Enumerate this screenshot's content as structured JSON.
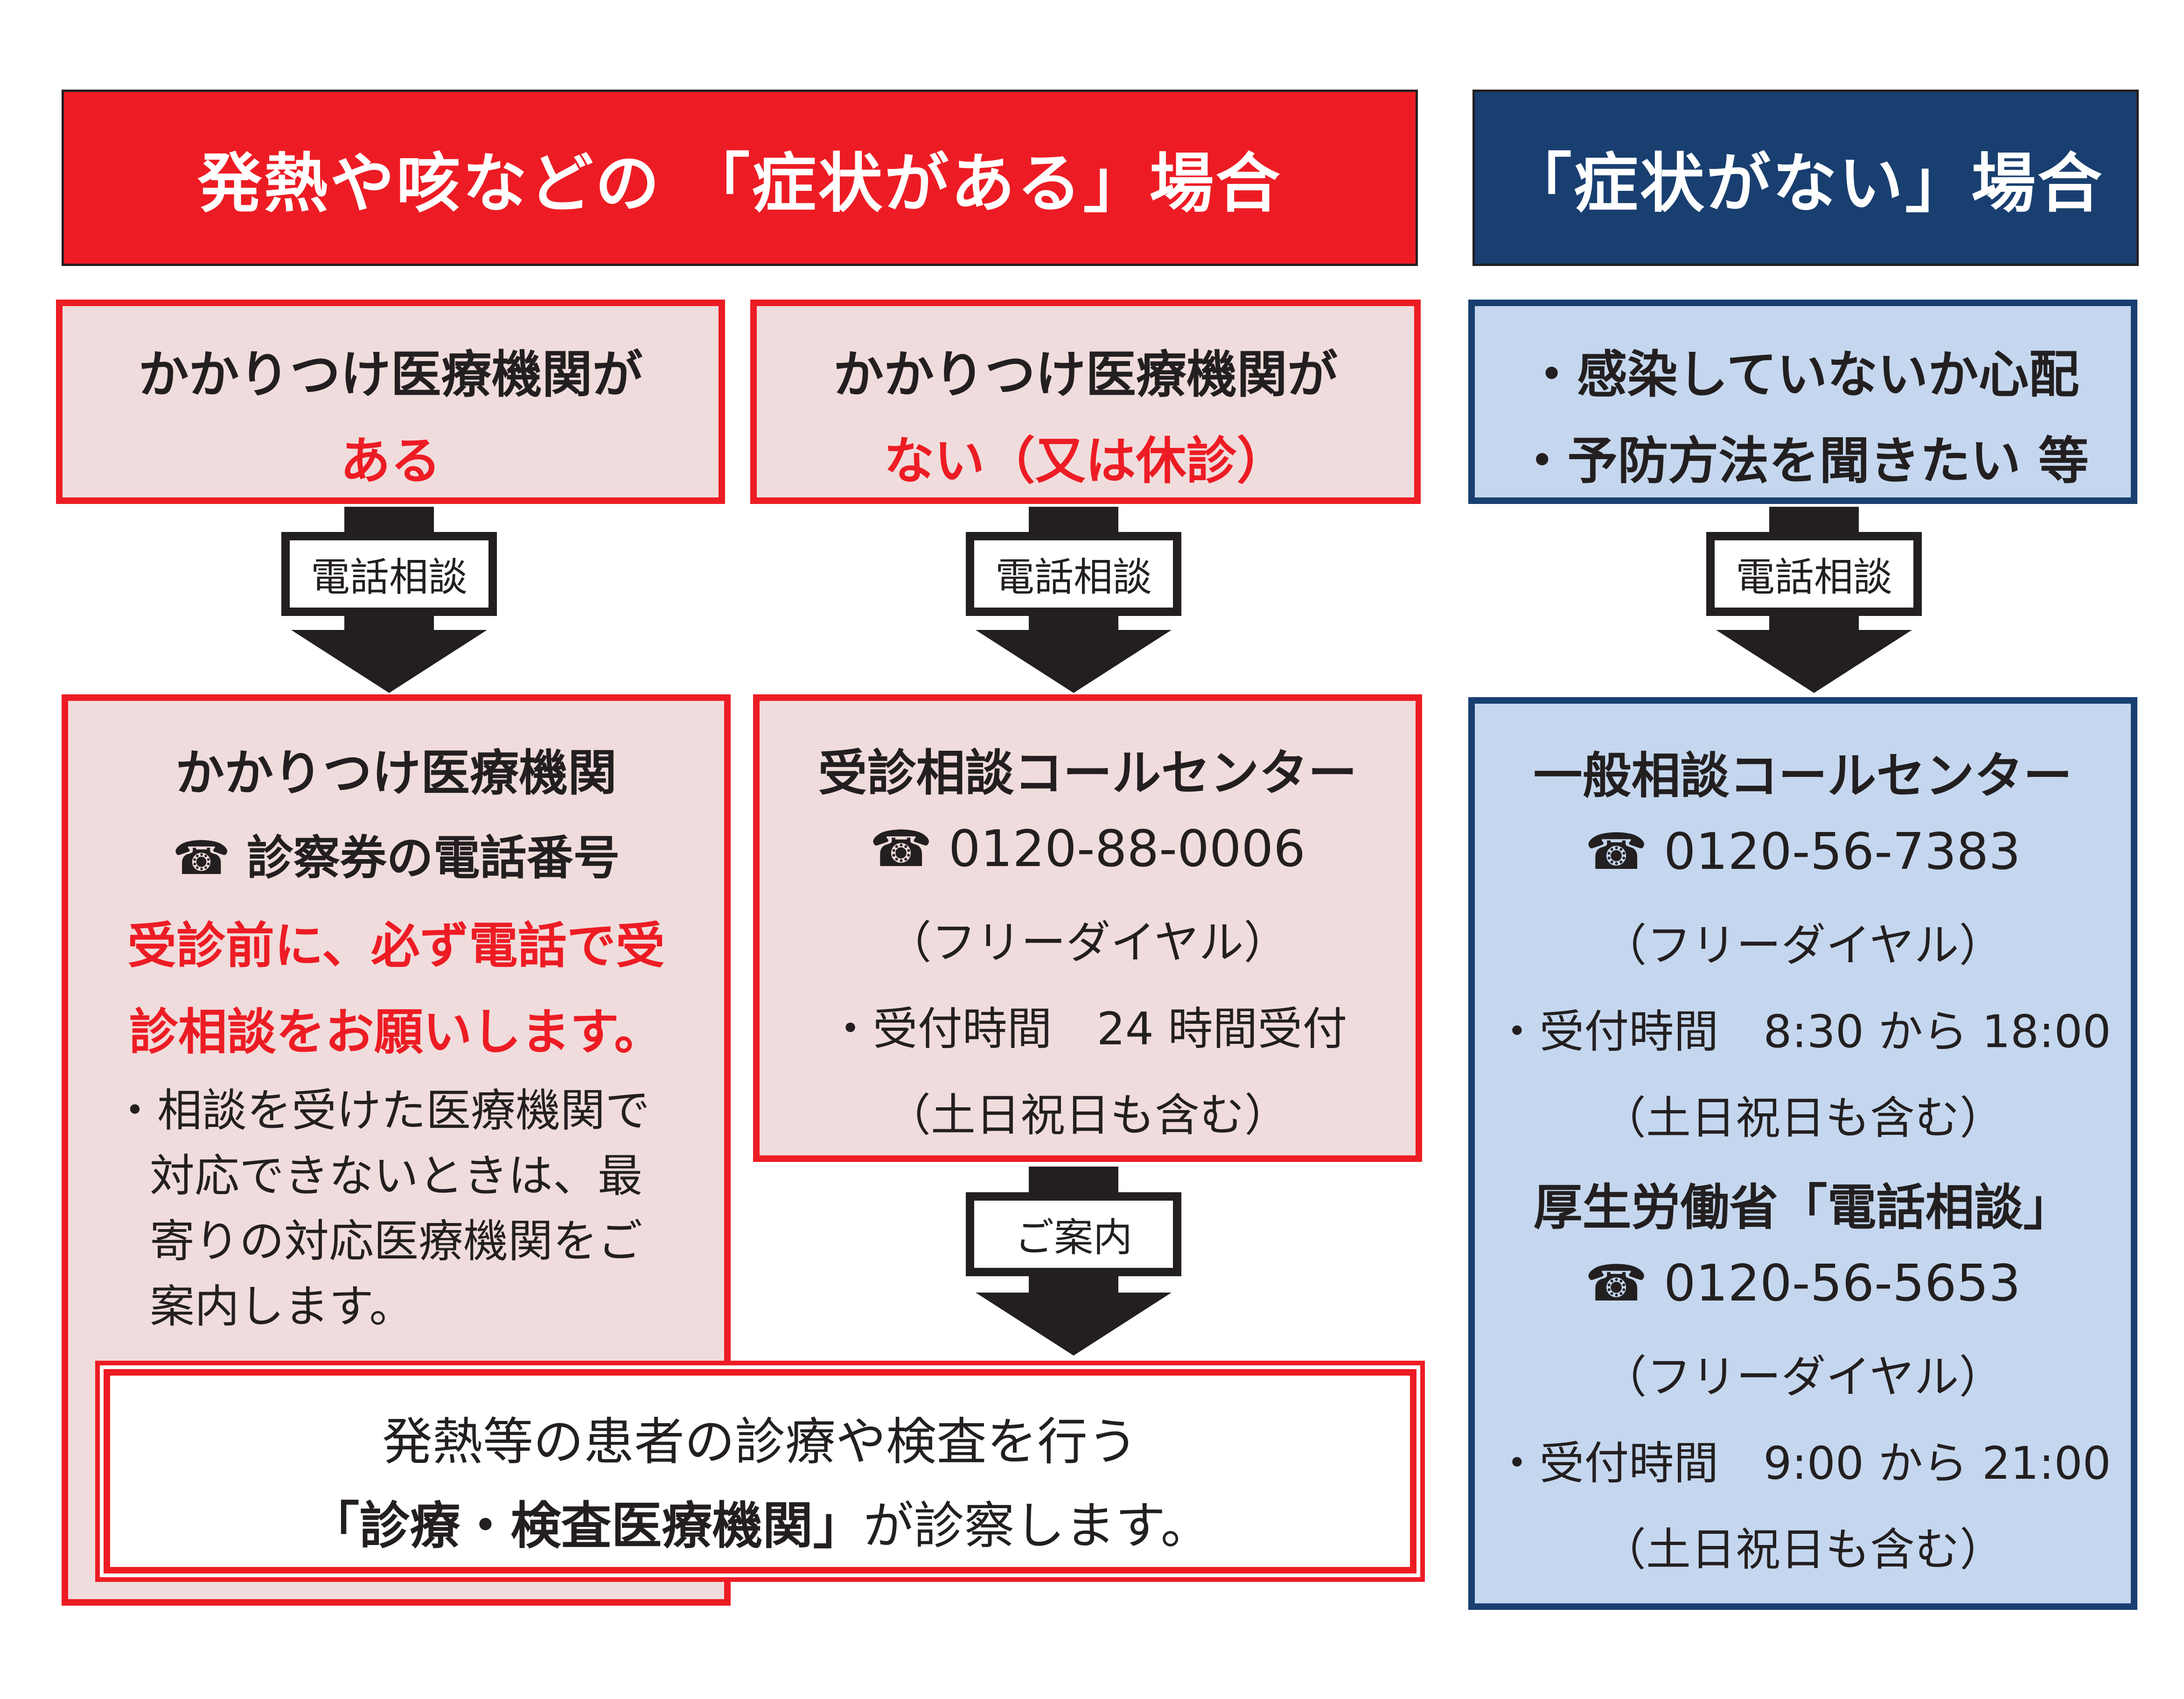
{
  "header": {
    "symptoms_yes": "発熱や咳などの 「症状がある」場合",
    "symptoms_no": "「症状がない」場合"
  },
  "row1": {
    "has_doctor": {
      "line1": "かかりつけ医療機関が",
      "line2": "ある"
    },
    "no_doctor": {
      "line1": "かかりつけ医療機関が",
      "line2": "ない（又は休診）"
    },
    "no_symptoms": {
      "line1": "・感染していないか心配",
      "line2": "・予防方法を聞きたい 等"
    }
  },
  "arrows": {
    "phone_consult": "電話相談",
    "guidance": "ご案内"
  },
  "row2": {
    "family_doctor": {
      "title": "かかりつけ医療機関",
      "phone": "☎ 診察券の電話番号",
      "warning1": "受診前に、必ず電話で受",
      "warning2": "診相談をお願いします。",
      "note1": "・相談を受けた医療機関で",
      "note2": "対応できないときは、最",
      "note3": "寄りの対応医療機関をご",
      "note4": "案内します。"
    },
    "consult_center": {
      "title": "受診相談コールセンター",
      "phone": "☎ 0120-88-0006",
      "free": "（フリーダイヤル）",
      "hours": "・受付時間　24 時間受付",
      "holidays": "（土日祝日も含む）"
    },
    "general_center": {
      "title": "一般相談コールセンター",
      "phone": "☎ 0120-56-7383",
      "free": "（フリーダイヤル）",
      "hours": "・受付時間　8:30 から 18:00",
      "holidays": "（土日祝日も含む）",
      "mhlw_title": "厚生労働省「電話相談」",
      "mhlw_phone": "☎ 0120-56-5653",
      "mhlw_free": "（フリーダイヤル）",
      "mhlw_hours": "・受付時間　9:00 から 21:00",
      "mhlw_holidays": "（土日祝日も含む）"
    }
  },
  "bottom": {
    "line1": "発熱等の患者の診療や検査を行う",
    "line2_bold": "「診療・検査医療機関」",
    "line2_rest": "が診察します。"
  },
  "colors": {
    "red": "#ed1c24",
    "navy": "#193f70",
    "pink": "#f0dcdc",
    "lightblue": "#c5d7ee"
  }
}
